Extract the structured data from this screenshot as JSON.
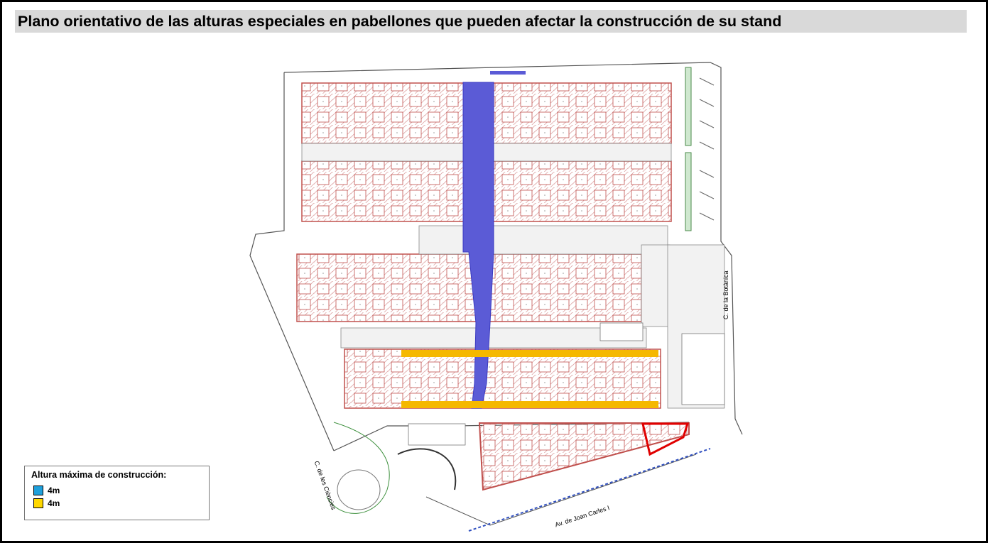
{
  "title": "Plano orientativo de las alturas especiales en pabellones que pueden afectar la construcción de su stand",
  "legend": {
    "title": "Altura máxima de construcción:",
    "items": [
      {
        "label": "4m",
        "color": "#1ea0dc"
      },
      {
        "label": "4m",
        "color": "#ffd800"
      }
    ]
  },
  "streets": {
    "botanica": "C. de la Botànica",
    "ciencies": "C. de les Ciències",
    "joan_carles": "Av. de Joan Carles I"
  },
  "colors": {
    "hall_outline": "#c0504d",
    "blue_zone": "#5b5bd6",
    "yellow_zone": "#f5b800",
    "red_zone": "#e00000"
  }
}
